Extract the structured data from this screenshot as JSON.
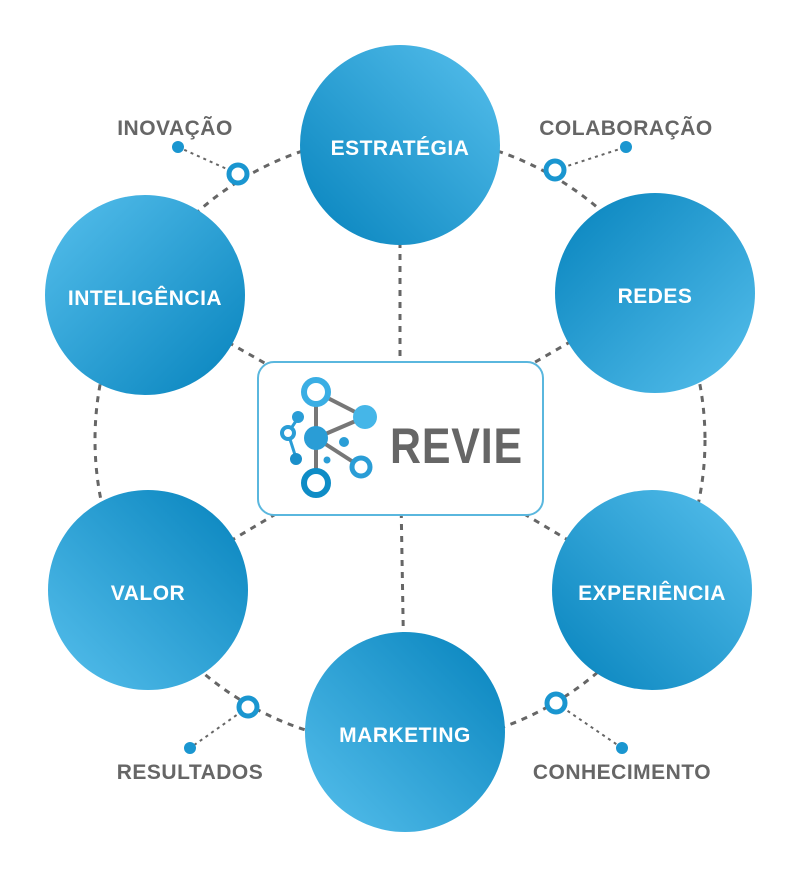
{
  "center": {
    "logo_text": "REVIE"
  },
  "nodes": [
    {
      "label": "ESTRATÉGIA"
    },
    {
      "label": "REDES"
    },
    {
      "label": "EXPERIÊNCIA"
    },
    {
      "label": "MARKETING"
    },
    {
      "label": "VALOR"
    },
    {
      "label": "INTELIGÊNCIA"
    }
  ],
  "side_labels": [
    {
      "label": "INOVAÇÃO"
    },
    {
      "label": "COLABORAÇÃO"
    },
    {
      "label": "CONHECIMENTO"
    },
    {
      "label": "RESULTADOS"
    }
  ],
  "colors": {
    "light_blue": "#52bbea",
    "dark_blue": "#0787c0",
    "gray": "#666666"
  }
}
